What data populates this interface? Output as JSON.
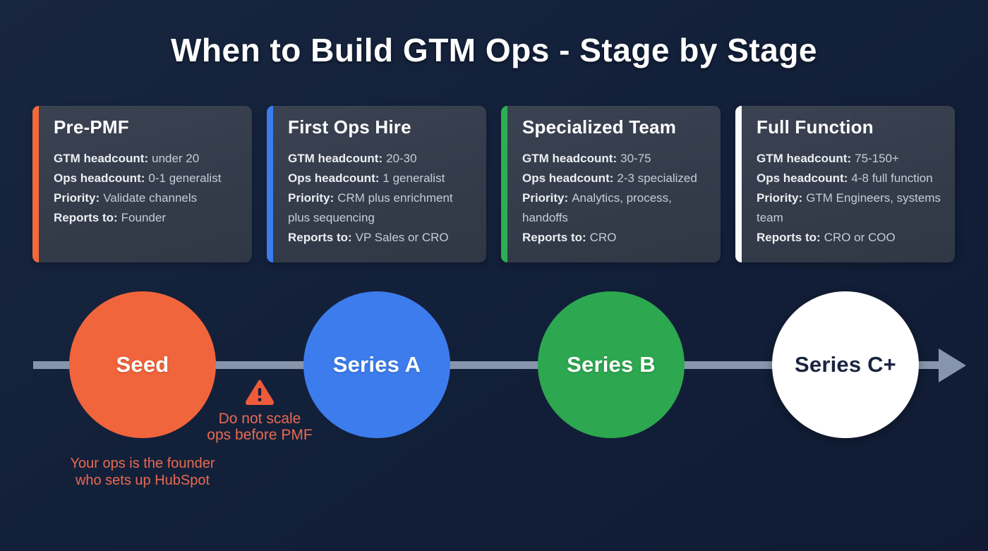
{
  "title": "When to Build GTM Ops - Stage by Stage",
  "palette": {
    "background": "#14203A",
    "card_background": "#363E4D",
    "timeline_color": "#91A0B6",
    "note_text_color": "#E96A50",
    "warning_icon_color": "#EE5B3B"
  },
  "stages": [
    {
      "name": "Pre-PMF",
      "accent_color": "#F4693B",
      "rows": [
        {
          "label": "GTM headcount:",
          "value": "under 20"
        },
        {
          "label": "Ops headcount:",
          "value": "0-1 generalist"
        },
        {
          "label": "Priority:",
          "value": "Validate channels"
        },
        {
          "label": "Reports to:",
          "value": "Founder"
        }
      ]
    },
    {
      "name": "First Ops Hire",
      "accent_color": "#3B7CEE",
      "rows": [
        {
          "label": "GTM headcount:",
          "value": "20-30"
        },
        {
          "label": "Ops headcount:",
          "value": "1 generalist"
        },
        {
          "label": "Priority:",
          "value": "CRM plus enrichment plus sequencing"
        },
        {
          "label": "Reports to:",
          "value": "VP Sales or CRO"
        }
      ]
    },
    {
      "name": "Specialized Team",
      "accent_color": "#2EAE52",
      "rows": [
        {
          "label": "GTM headcount:",
          "value": "30-75"
        },
        {
          "label": "Ops headcount:",
          "value": "2-3 specialized"
        },
        {
          "label": "Priority:",
          "value": "Analytics, process, handoffs"
        },
        {
          "label": "Reports to:",
          "value": "CRO"
        }
      ]
    },
    {
      "name": "Full Function",
      "accent_color": "#FAFAFA",
      "rows": [
        {
          "label": "GTM headcount:",
          "value": "75-150+"
        },
        {
          "label": "Ops headcount:",
          "value": "4-8 full function"
        },
        {
          "label": "Priority:",
          "value": "GTM Engineers, systems team"
        },
        {
          "label": "Reports to:",
          "value": "CRO or COO"
        }
      ]
    }
  ],
  "timeline": {
    "milestones": [
      {
        "label": "Seed",
        "circle_color": "#F1653C",
        "label_color": "#FFFFFF"
      },
      {
        "label": "Series A",
        "circle_color": "#3C7CEC",
        "label_color": "#FFFFFF"
      },
      {
        "label": "Series B",
        "circle_color": "#2DA750",
        "label_color": "#FFFFFF"
      },
      {
        "label": "Series C+",
        "circle_color": "#FFFFFF",
        "label_color": "#1B2540"
      }
    ],
    "warning_note": {
      "icon": "warning-triangle-icon",
      "lines": [
        "Do not scale",
        "ops before PMF"
      ]
    },
    "seed_note": {
      "lines": [
        "Your ops is the founder",
        "who sets up HubSpot"
      ]
    }
  }
}
